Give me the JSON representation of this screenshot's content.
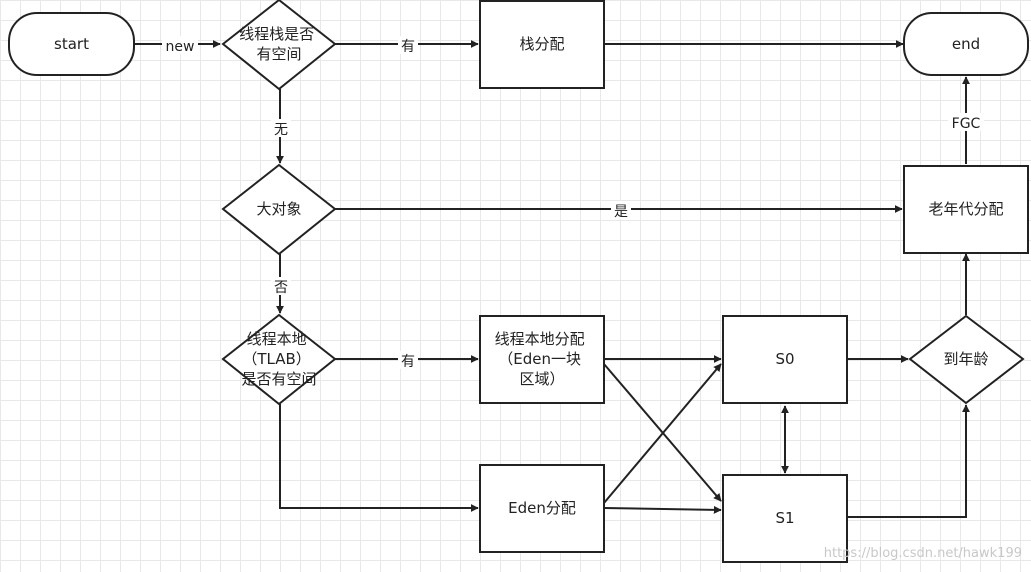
{
  "nodes": {
    "start": "start",
    "stack_check": [
      "线程栈是否",
      "有空间"
    ],
    "stack_alloc": "栈分配",
    "end": "end",
    "big_object": "大对象",
    "old_gen_alloc": "老年代分配",
    "tlab_check": [
      "线程本地",
      "（TLAB）",
      "是否有空间"
    ],
    "tlab_alloc": [
      "线程本地分配",
      "（Eden一块",
      "区域）"
    ],
    "s0": "S0",
    "age_check": "到年龄",
    "eden_alloc": "Eden分配",
    "s1": "S1"
  },
  "edge_labels": {
    "new": "new",
    "stack_yes": "有",
    "stack_no": "无",
    "big_yes": "是",
    "big_no": "否",
    "tlab_yes": "有",
    "fgc": "FGC"
  },
  "watermark": "https://blog.csdn.net/hawk199"
}
